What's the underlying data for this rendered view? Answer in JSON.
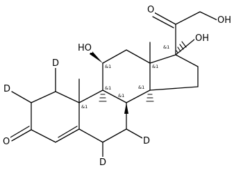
{
  "molecule": {
    "atom_labels": {
      "oh_c11": "HO",
      "oh_c17": "OH",
      "oh_c21": "OH",
      "o_c20": "O",
      "o_c3": "O",
      "d_c1": "D",
      "d_c2": "D",
      "d_c6": "D",
      "d_c7": "D"
    },
    "stereo_labels": {
      "c8": "&1",
      "c9": "&1",
      "c10": "&1",
      "c11": "&1",
      "c13": "&1",
      "c14": "&1",
      "c17": "&1"
    }
  }
}
